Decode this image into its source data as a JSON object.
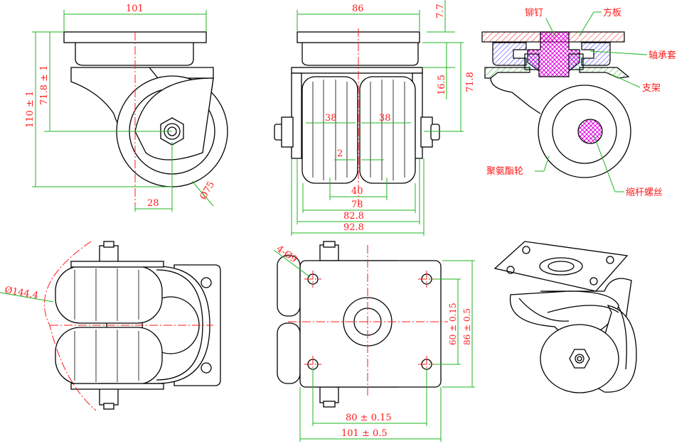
{
  "front_view": {
    "width_101": "101",
    "height_71_8_tol": "71.8 ± 1",
    "height_110_tol": "110 ± 1",
    "offset_28": "28",
    "wheel_dia": "Ø75"
  },
  "side_view": {
    "width_86": "86",
    "top_7_7": "7.7",
    "h_16_5": "16.5",
    "h_71_8": "71.8",
    "wheel_w_left": "38",
    "wheel_w_right": "38",
    "gap_2": "2",
    "span_40": "40",
    "span_78": "78",
    "span_82_8": "82.8",
    "span_92_8": "92.8"
  },
  "section_view": {
    "rivet": "铆钉",
    "plate": "方板",
    "bearing": "轴承套",
    "bracket": "支架",
    "pu_wheel": "聚氨酯轮",
    "bolt": "缩杆螺丝"
  },
  "bottom_view": {
    "swivel_dia": "Ø144.4"
  },
  "top_view": {
    "holes": "4-Ø9",
    "h_60_tol": "60 ± 0.15",
    "h_86_tol": "86 ± 0.5",
    "w_80_tol": "80 ± 0.15",
    "w_101_tol": "101 ± 0.5"
  },
  "colors": {
    "outline": "#000000",
    "dimension": "#1fb51f",
    "text": "#ff1a1a",
    "hatch_red": "#ff1a1a",
    "hatch_magenta": "#e000e0",
    "hatch_blue": "#2020ff",
    "hatch_cyan": "#00c8c8"
  }
}
